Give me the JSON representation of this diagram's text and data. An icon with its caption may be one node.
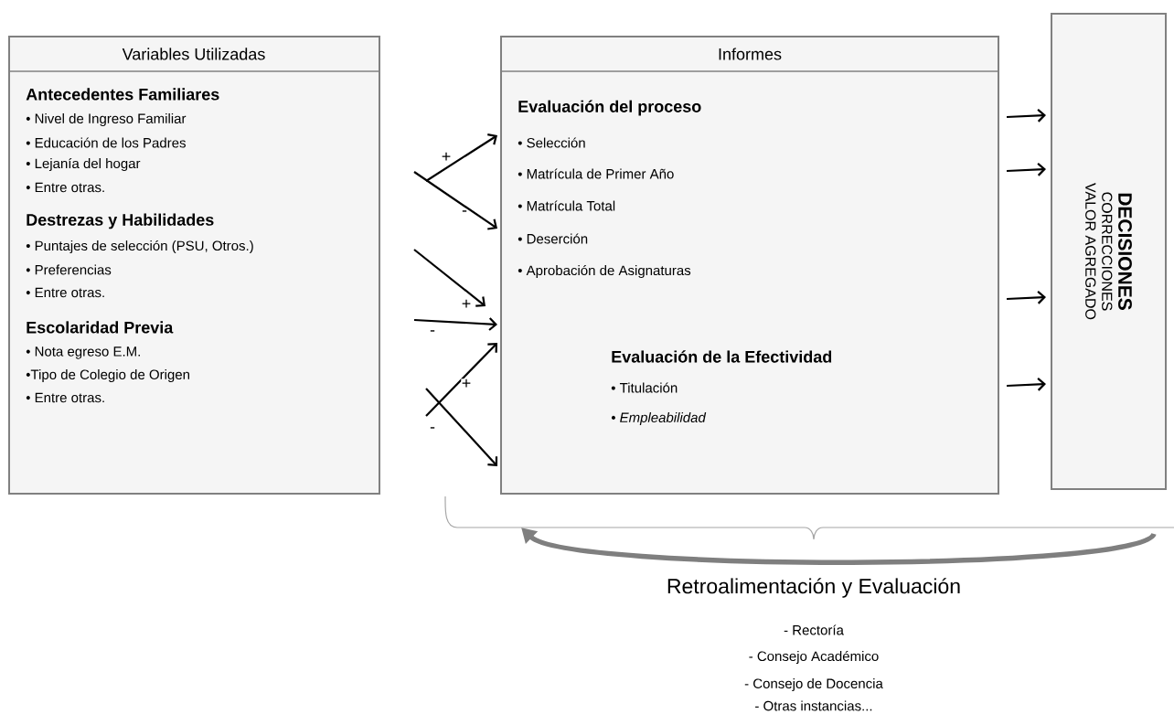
{
  "diagram": {
    "nodes": [
      {
        "text": [
          "Variables Utilizadas",
          "Antecedentes Familiares",
          "• Nivel de Ingreso Familiar",
          "• Educación de los Padres",
          "• Lejanía del hogar",
          "• Entre otras.",
          "Destrezas y Habilidades",
          "• Puntajes de selección (PSU, Otros.)",
          "• Preferencias",
          "• Entre otras.",
          "Escolaridad Previa",
          "• Nota egreso E.M.",
          "•Tipo de Colegio de Origen",
          "• Entre otras."
        ]
      },
      {
        "text": [
          "Informes",
          "Evaluación del proceso",
          "• Selección",
          "• Matrícula de Primer Año",
          "• Matrícula Total",
          "• Deserción",
          "• Aprobación de Asignaturas",
          "Evaluación de la Efectividad",
          "• Titulación",
          "• *Empleabilidad*"
        ]
      },
      {
        "text": [
          "DECISIONES",
          "CORRECCIONES",
          "VALOR AGREGADO"
        ]
      }
    ],
    "edges": [
      {
        "from": 0,
        "to": 1,
        "arrow": "to",
        "label": "+"
      },
      {
        "from": 0,
        "to": 1,
        "arrow": "to",
        "label": "-"
      },
      {
        "from": 0,
        "to": 1,
        "arrow": "to",
        "label": "+"
      },
      {
        "from": 0,
        "to": 1,
        "arrow": "to",
        "label": "-"
      },
      {
        "from": 0,
        "to": 1,
        "arrow": "to",
        "label": "+"
      },
      {
        "from": 0,
        "to": 1,
        "arrow": "to",
        "label": "-"
      },
      {
        "from": 1,
        "to": 2,
        "arrow": "to"
      },
      {
        "from": 1,
        "to": 2,
        "arrow": "to"
      },
      {
        "from": 1,
        "to": 2,
        "arrow": "to"
      },
      {
        "from": 1,
        "to": 2,
        "arrow": "to"
      }
    ],
    "labels": [
      "Retroalimentación y Evaluación",
      "- Rectoría",
      "- Consejo Académico",
      "- Consejo de Docencia",
      "- Otras instancias..."
    ]
  }
}
